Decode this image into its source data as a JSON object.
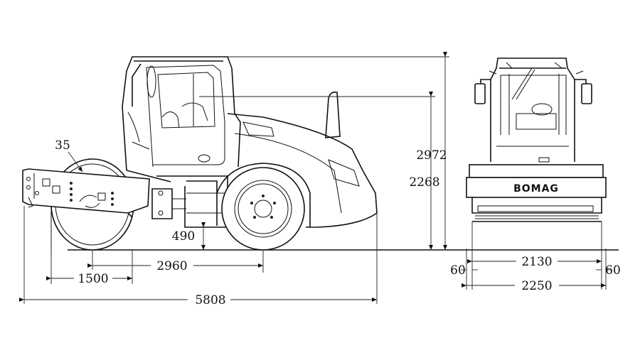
{
  "dimensions": {
    "drum_size": "35",
    "total_height": "2972",
    "cab_height": "2268",
    "ground_clearance": "490",
    "wheelbase": "2960",
    "drum_to_hitch": "1500",
    "total_length": "5808",
    "drum_width": "2130",
    "overhang_left": "60",
    "overhang_right": "60",
    "total_width": "2250"
  },
  "brand": {
    "logo_text": "BOMAG"
  }
}
